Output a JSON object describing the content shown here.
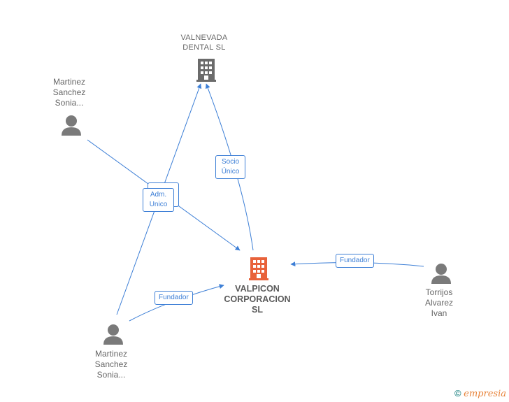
{
  "nodes": {
    "valnevada": {
      "label": "VALNEVADA\nDENTAL  SL",
      "icon": "building-icon",
      "color": "#6b6b6b"
    },
    "valpicon": {
      "label": "VALPICON\nCORPORACION\nSL",
      "icon": "building-icon",
      "color": "#e8623a"
    },
    "martinez_top": {
      "label": "Martinez\nSanchez\nSonia...",
      "icon": "person-icon",
      "color": "#7a7a7a"
    },
    "martinez_bottom": {
      "label": "Martinez\nSanchez\nSonia...",
      "icon": "person-icon",
      "color": "#7a7a7a"
    },
    "torrijos": {
      "label": "Torrijos\nAlvarez\nIvan",
      "icon": "person-icon",
      "color": "#7a7a7a"
    }
  },
  "edges": {
    "adm_unico": "Adm.\nUnico",
    "socio_unico": "Socio\nÚnico",
    "fundador_bottom": "Fundador",
    "fundador_right": "Fundador"
  },
  "colors": {
    "edge": "#3d7fd6"
  },
  "footer": {
    "copyright_symbol": "©",
    "brand": "mpresia",
    "brand_initial": "e"
  }
}
